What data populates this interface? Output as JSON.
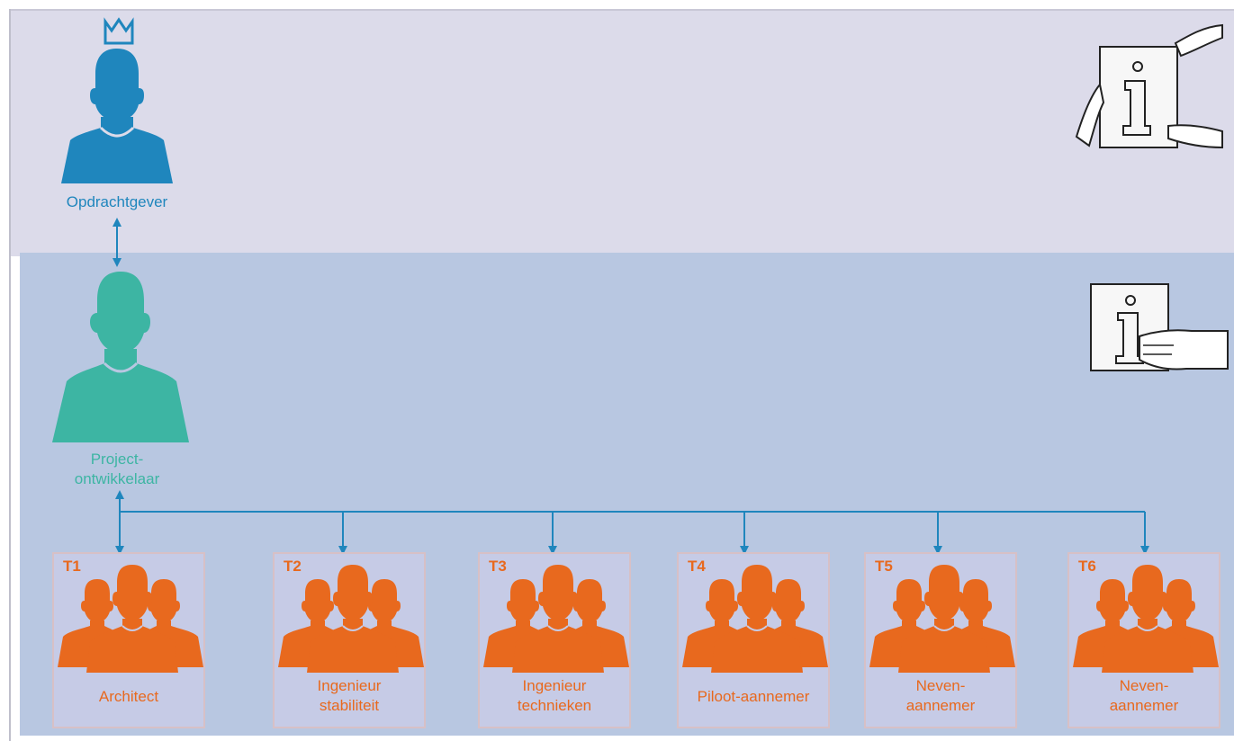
{
  "nodes": {
    "client": {
      "label": "Opdrachtgever"
    },
    "project_developer": {
      "label": "Project-\nontwikkelaar"
    }
  },
  "teams": [
    {
      "code": "T1",
      "label": "Architect"
    },
    {
      "code": "T2",
      "label": "Ingenieur\nstabiliteit"
    },
    {
      "code": "T3",
      "label": "Ingenieur\ntechnieken"
    },
    {
      "code": "T4",
      "label": "Piloot-aannemer"
    },
    {
      "code": "T5",
      "label": "Neven-\naannemer"
    },
    {
      "code": "T6",
      "label": "Neven-\naannemer"
    }
  ],
  "icons": {
    "client": "crowned-person-icon",
    "project_developer": "person-icon",
    "team": "group-of-people-icon",
    "info_top": "info-sign-held-by-hands-icon",
    "info_bottom": "info-sign-held-by-hand-icon",
    "arrows": "connector-arrow-icon"
  },
  "colors": {
    "client": "#1f86bd",
    "project_developer": "#3db5a3",
    "team": "#e8691e",
    "connector": "#1f86bd",
    "top_band": "#dcdbea",
    "bottom_band": "#b8c7e1",
    "team_box": "#c6cbe6"
  }
}
